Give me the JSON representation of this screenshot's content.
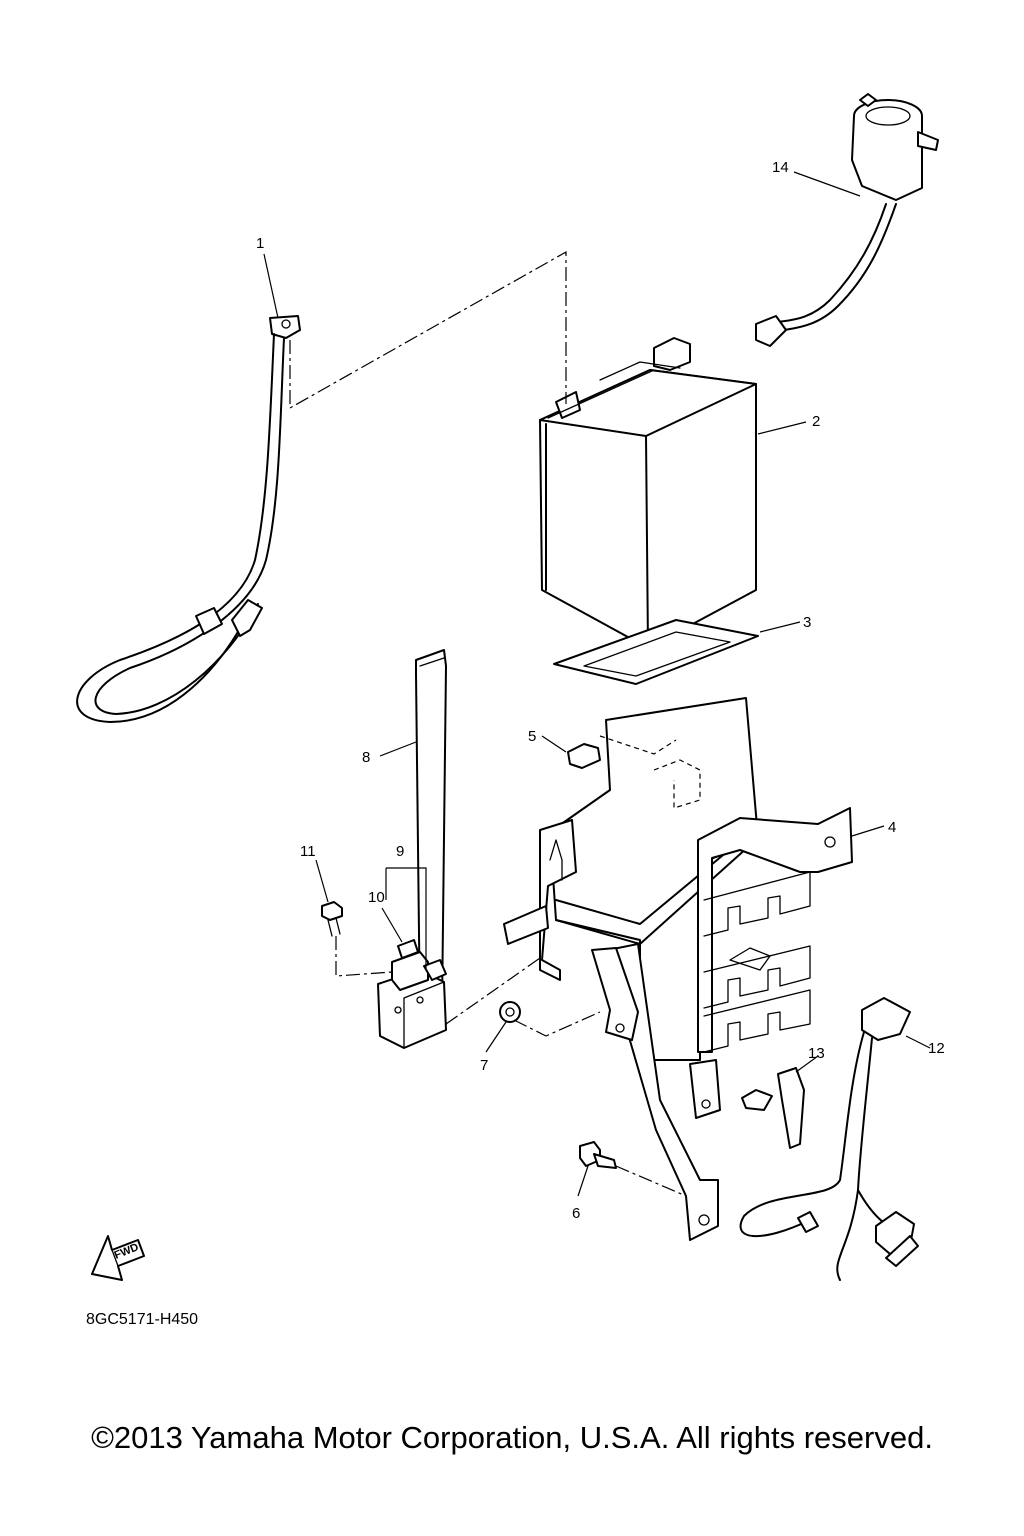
{
  "diagram": {
    "callouts": [
      {
        "id": "1",
        "label": "1"
      },
      {
        "id": "2",
        "label": "2"
      },
      {
        "id": "3",
        "label": "3"
      },
      {
        "id": "4",
        "label": "4"
      },
      {
        "id": "5",
        "label": "5"
      },
      {
        "id": "6",
        "label": "6"
      },
      {
        "id": "7",
        "label": "7"
      },
      {
        "id": "8",
        "label": "8"
      },
      {
        "id": "9",
        "label": "9"
      },
      {
        "id": "10",
        "label": "10"
      },
      {
        "id": "11",
        "label": "11"
      },
      {
        "id": "12",
        "label": "12"
      },
      {
        "id": "13",
        "label": "13"
      },
      {
        "id": "14",
        "label": "14"
      }
    ],
    "fwd_label": "FWD",
    "drawing_code": "8GC5171-H450",
    "copyright": "©2013 Yamaha Motor Corporation, U.S.A. All rights reserved."
  }
}
